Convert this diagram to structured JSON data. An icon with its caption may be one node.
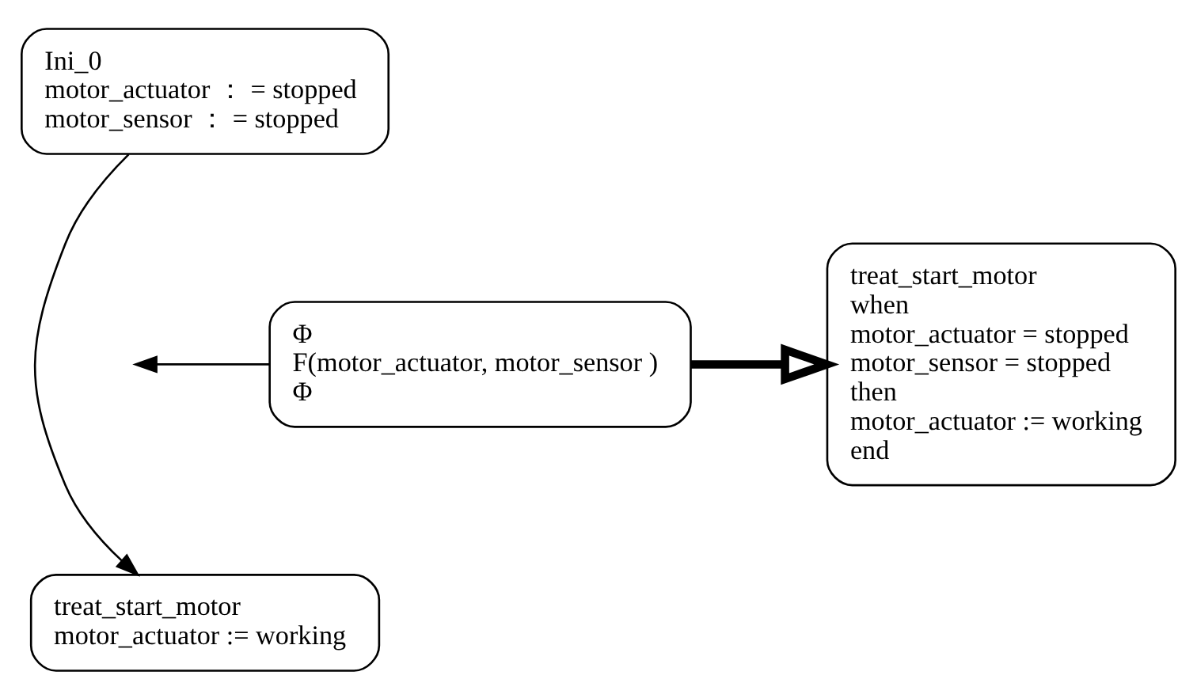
{
  "diagram": {
    "nodes": [
      {
        "text": [
          "Ini_0",
          "motor_actuator ： = stopped",
          "motor_sensor ： = stopped"
        ]
      },
      {
        "text": [
          "Φ",
          "F(motor_actuator, motor_sensor )",
          "Φ"
        ]
      },
      {
        "text": [
          "treat_start_motor",
          "motor_actuator := working"
        ]
      },
      {
        "text": [
          "treat_start_motor",
          "when",
          "motor_actuator = stopped",
          "motor_sensor = stopped",
          "then",
          "motor_actuator := working",
          "end"
        ]
      }
    ],
    "edges": [
      {
        "from": 0,
        "to": 2,
        "arrow": "to"
      },
      {
        "from": 1,
        "to": null,
        "arrow": "to"
      },
      {
        "from": 1,
        "to": 3,
        "arrow": "to",
        "style": "thick"
      }
    ]
  }
}
